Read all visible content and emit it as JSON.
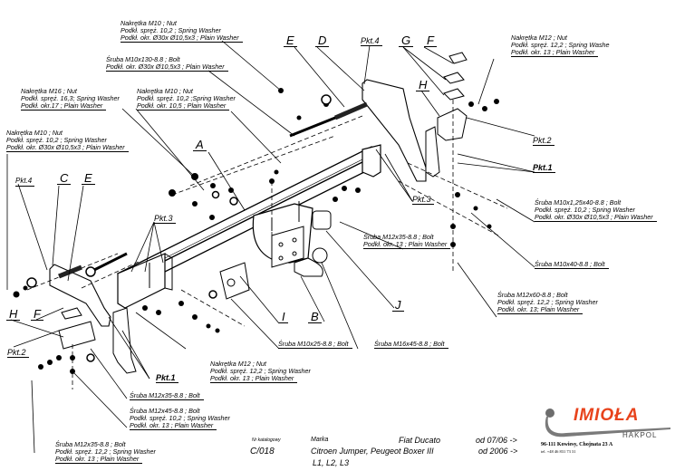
{
  "labels": {
    "nut_m10_top": [
      "Nakrętka  M10 ; Nut",
      "Podkł. spręż. 10,2 ; Spring Washer",
      "Podkł. okr.  Ø30x Ø10,5x3 ; Plain Washer"
    ],
    "bolt_m10x130": [
      "Śruba M10x130-8.8 ;  Bolt",
      "Podkł. okr.  Ø30x Ø10,5x3 ; Plain Washer"
    ],
    "nut_m16": [
      "Nakrętka  M16 ; Nut",
      "Podkł. spręż. 16,3; Spring Washer",
      "Podkł. okr.17 ; Plain Washer"
    ],
    "nut_m10_mid": [
      "Nakrętka  M10 ; Nut",
      "Podkł. spręż. 10,2 ;Spring Washer",
      "Podkł. okr. 10,5 ; Plain Washer"
    ],
    "nut_m10_left": [
      "Nakrętka  M10 ; Nut",
      "Podkł. spręż. 10,2 ; Spring Washer",
      "Podkł. okr.  Ø30x Ø10,5x3 ; Plain Washer"
    ],
    "nut_m12_top_right": [
      "Nakrętka  M12 ; Nut",
      "Podkł. spręż. 12,2 ; Spring Washe",
      "Podkł. okr. 13 ; Plain Washer"
    ],
    "bolt_m10x125x40": [
      "Śruba M10x1,25x40-8.8 ;  Bolt",
      "Podkł. spręż. 10,2 ; Spring Washer",
      "Podkł. okr.  Ø30x Ø10,5x3 ; Plain Washer"
    ],
    "bolt_m10x40": [
      "Śruba M10x40-8.8 ;  Bolt"
    ],
    "bolt_m12x60": [
      "Śruba M12x60-8.8 ;  Bolt",
      "Podkł. spręż. 12,2 ; Spring Washer",
      "Podkł. okr. 13; Plain Washer"
    ],
    "bolt_m12x35_center": [
      "Śruba M12x35-8.8 ;  Bolt",
      "Podkł. okr. 13 ; Plain Washer"
    ],
    "bolt_m10x25": [
      "Śruba M10x25-8.8 ;  Bolt"
    ],
    "bolt_m16x45": [
      "Śruba M16x45-8.8 ;  Bolt"
    ],
    "nut_m12_bottom": [
      "Nakrętka  M12 ; Nut",
      "Podkł. spręż. 12,2 ; Spring Washer",
      "Podkł. okr. 13 ; Plain Washer"
    ],
    "bolt_m12x35_bottom": [
      "Śruba M12x35-8.8 ;  Bolt"
    ],
    "bolt_m12x45": [
      "Śruba M12x45-8.8 ;  Bolt",
      "Podkł. spręż. 10,2 ; Spring Washer",
      "Podkł. okr. 13 ; Plain Washer"
    ],
    "bolt_m12x35_left": [
      "Śruba M12x35-8.8 ;  Bolt",
      "Podkł. spręż. 12,2 ; Spring Washer",
      "Podkł. okr. 13 ; Plain Washer"
    ]
  },
  "letters": {
    "A": "A",
    "B": "B",
    "C": "C",
    "D": "D",
    "E": "E",
    "F": "F",
    "G": "G",
    "H": "H",
    "I": "I",
    "J": "J"
  },
  "points": {
    "pkt1": "Pkt.1",
    "pkt2": "Pkt.2",
    "pkt3": "Pkt.3",
    "pkt4": "Pkt.4"
  },
  "info": {
    "catalog_label": "Nr katalogowy",
    "catalog_number": "C/018",
    "make_label": "Marka",
    "make_value": "Fiat Ducato",
    "models": "Citroen Jumper, Peugeot Boxer III",
    "variants": "L1, L2, L3",
    "date1": "od 07/06 ->",
    "date2": "od 2006 ->"
  },
  "logo": {
    "brand": "IMIOŁA",
    "sub": "HAKPOL",
    "address": "96-111 Kowiesy, Chojnata 23 A",
    "phone": "tel. +48 46 831 73 31",
    "accent_color": "#e8431c"
  }
}
